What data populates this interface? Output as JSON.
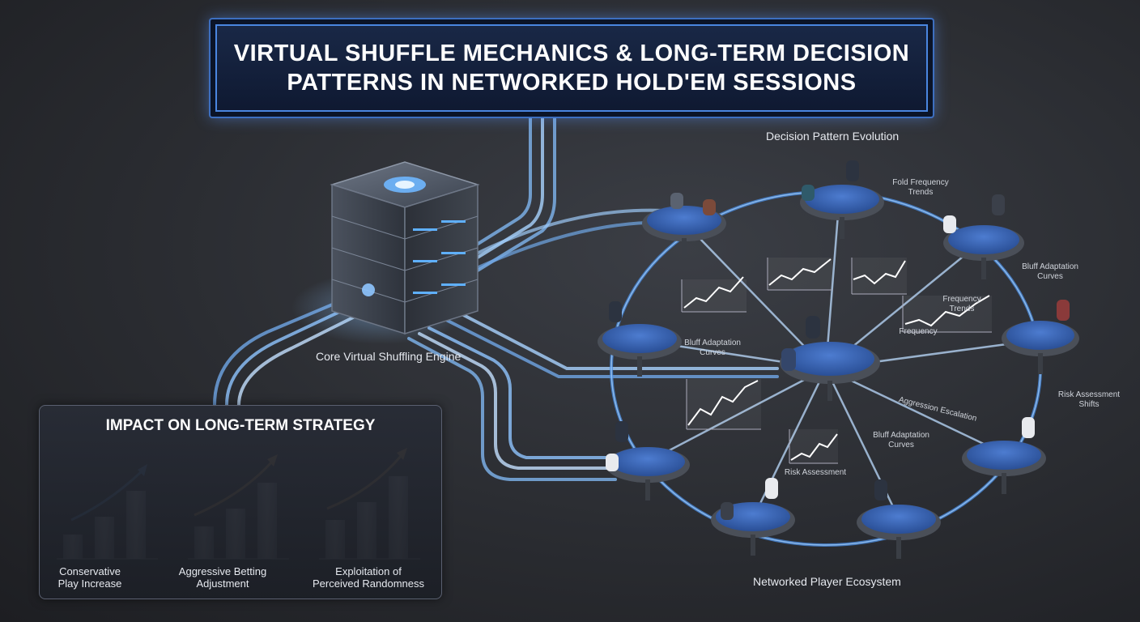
{
  "title": {
    "line1": "VIRTUAL SHUFFLE MECHANICS & LONG-TERM DECISION",
    "line2": "PATTERNS IN NETWORKED HOLD'EM SESSIONS"
  },
  "engine_label": "Core Virtual Shuffling Engine",
  "decision_label": "Decision Pattern Evolution",
  "ecosystem_label": "Networked Player Ecosystem",
  "annotations": {
    "fold_frequency_1": "Fold Frequency",
    "fold_frequency_2": "Trends",
    "bluff_adapt_top_1": "Bluff Adaptation",
    "bluff_adapt_top_2": "Curves",
    "bluff_adapt_left_1": "Bluff Adaptation",
    "bluff_adapt_left_2": "Curves",
    "frequency_trends_1": "Frequency",
    "frequency_trends_2": "Trends",
    "frequency": "Frequency",
    "risk_assess_1": "Risk Assessment",
    "risk_assess_2": "Shifts",
    "aggression_escalation": "Aggression Escalation",
    "bluff_adapt_bottom_1": "Bluff Adaptation",
    "bluff_adapt_bottom_2": "Curves",
    "risk_assessment": "Risk Assessment"
  },
  "impact": {
    "title": "IMPACT ON LONG-TERM STRATEGY",
    "groups": [
      {
        "label_1": "Conservative",
        "label_2": "Play Increase",
        "accent": "#5aa8ff"
      },
      {
        "label_1": "Aggressive Betting",
        "label_2": "Adjustment",
        "accent": "#f2b45a"
      },
      {
        "label_1": "Exploitation of",
        "label_2": "Perceived Randomness",
        "accent": "#f2b45a"
      }
    ]
  },
  "colors": {
    "flow_line": "#8fc4ff",
    "network_ring": "#4b8fe6",
    "table_felt": "#3a67b8",
    "chart_line": "#ffffff"
  }
}
